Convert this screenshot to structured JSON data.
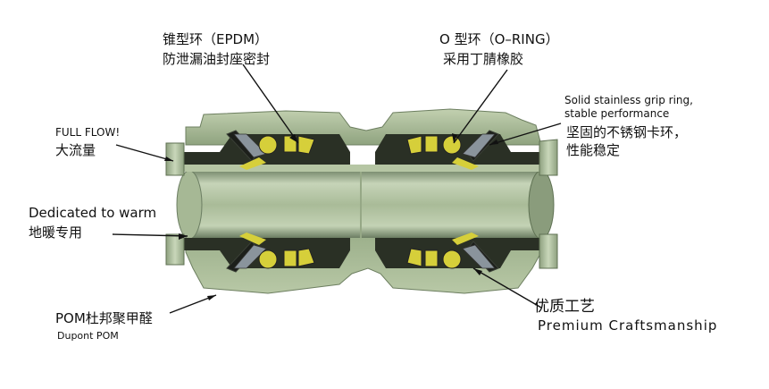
{
  "labels": {
    "epdm_title": "锥型环（EPDM）",
    "epdm_sub": "防泄漏油封座密封",
    "oring_title": "O 型环（O–RING）",
    "oring_sub": "采用丁腈橡胶",
    "fullflow_en": "FULL FLOW!",
    "fullflow_zh": "大流量",
    "grip_en_1": "Solid stainless grip ring,",
    "grip_en_2": "stable performance",
    "grip_zh_1": "坚固的不锈钢卡环，",
    "grip_zh_2": "性能稳定",
    "warm_en": "Dedicated to warm",
    "warm_zh": "地暖专用",
    "pom_zh": "POM杜邦聚甲醛",
    "pom_en": "Dupont POM",
    "craft_zh": "优质工艺",
    "craft_en": "Premium Craftsmanship"
  },
  "colors": {
    "body_light": "#b9c9a7",
    "body_mid": "#94a884",
    "body_dark": "#5f7153",
    "pipe_light": "#c3d2b5",
    "pipe_dark": "#72866a",
    "seal_black": "#1c1f1a",
    "seal_yellow": "#d6cf3a",
    "steel": "#8a949c"
  }
}
